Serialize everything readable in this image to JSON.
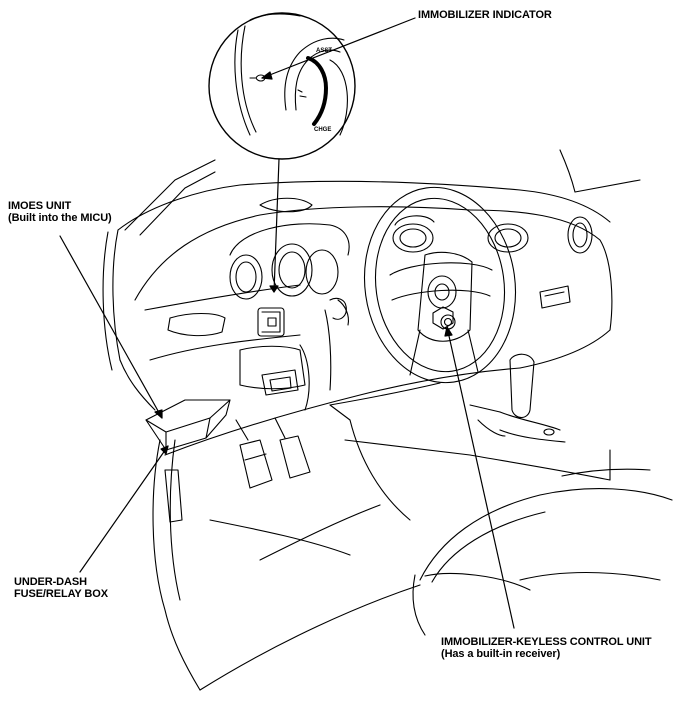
{
  "labels": {
    "immobilizer_indicator": "IMMOBILIZER INDICATOR",
    "imoes_unit_line1": "IMOES UNIT",
    "imoes_unit_line2": "(Built into the MICU)",
    "under_dash_line1": "UNDER-DASH",
    "under_dash_line2": "FUSE/RELAY BOX",
    "keyless_line1": "IMMOBILIZER-KEYLESS CONTROL UNIT",
    "keyless_line2": "(Has a built-in receiver)"
  },
  "gauge": {
    "top_mark": "ASST",
    "bottom_mark": "CHGE"
  },
  "colors": {
    "line": "#000000",
    "background": "#ffffff"
  }
}
